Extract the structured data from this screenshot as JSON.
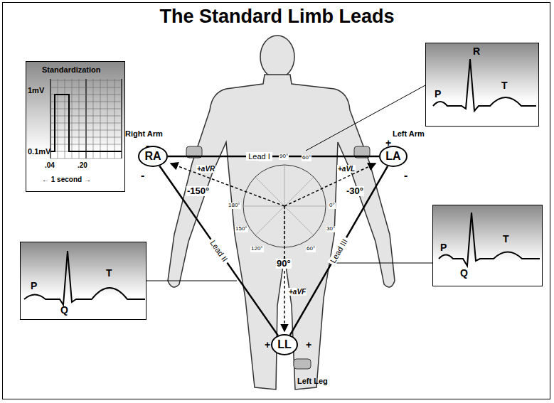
{
  "diagram": {
    "title": "The Standard Limb Leads",
    "nodes": [
      {
        "text": [
          "Standardization",
          "1mV",
          "0.1mV",
          ".04",
          ".20",
          "← 1 second →"
        ]
      },
      {
        "text": [
          "P",
          "R",
          "T"
        ]
      },
      {
        "text": [
          "RA"
        ]
      },
      {
        "text": [
          "LA"
        ]
      },
      {
        "text": [
          "P",
          "Q",
          "T"
        ]
      },
      {
        "text": [
          "P",
          "Q",
          "T"
        ]
      },
      {
        "text": [
          "LL"
        ]
      }
    ],
    "edges": [
      {
        "from": 2,
        "to": 3,
        "arrow": "none",
        "label": "Lead I"
      },
      {
        "from": 2,
        "to": 6,
        "arrow": "none",
        "label": "Lead II"
      },
      {
        "from": 3,
        "to": 6,
        "arrow": "none",
        "label": "Lead III"
      }
    ],
    "labels": [
      "Right Arm",
      "Left Arm",
      "Left Leg",
      "+aVR",
      "+aVL",
      "+aVF",
      "-150°",
      "-30°",
      "90°",
      "120°",
      "90°",
      "60°",
      "180°",
      "0°",
      "150°",
      "30°",
      "120°",
      "60°",
      "-",
      "-",
      "+",
      "-",
      "+",
      "+"
    ]
  }
}
